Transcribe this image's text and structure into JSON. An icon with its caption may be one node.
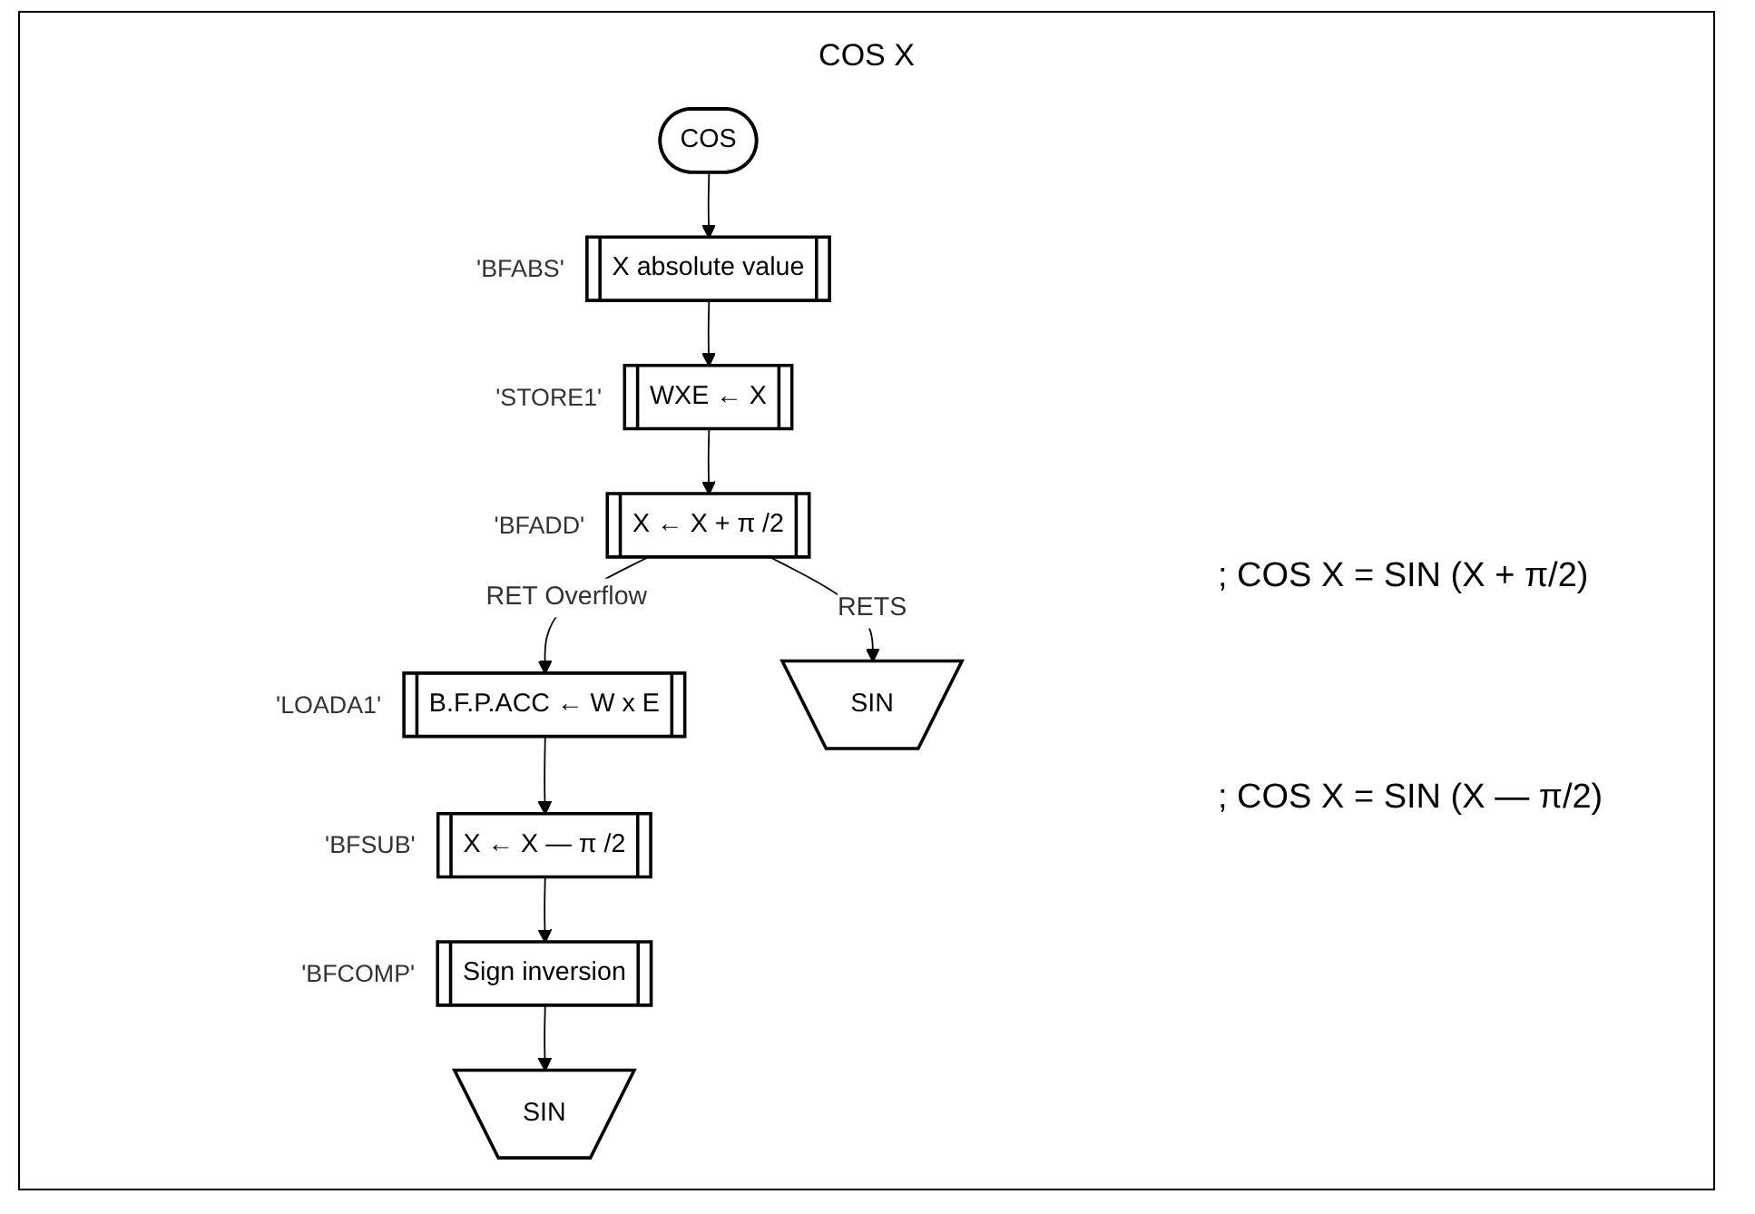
{
  "diagram": {
    "title": "COS X",
    "nodes": [
      {
        "text": [
          "COS"
        ]
      },
      {
        "text": [
          "X absolute value"
        ],
        "beside": [
          "'BFABS'"
        ]
      },
      {
        "text": [
          "WXE ← X"
        ],
        "beside": [
          "'STORE1'"
        ]
      },
      {
        "text": [
          "X ← X + π /2"
        ],
        "beside": [
          "'BFADD'"
        ]
      },
      {
        "text": [
          "SIN"
        ]
      },
      {
        "text": [
          "B.F.P.ACC ← W x E"
        ],
        "beside": [
          "'LOADA1'"
        ]
      },
      {
        "text": [
          "X ← X — π /2"
        ],
        "beside": [
          "'BFSUB'"
        ]
      },
      {
        "text": [
          "Sign inversion"
        ],
        "beside": [
          "'BFCOMP'"
        ]
      },
      {
        "text": [
          "SIN"
        ]
      }
    ],
    "edges": [
      {
        "from": 0,
        "to": 1,
        "arrow": "to"
      },
      {
        "from": 1,
        "to": 2,
        "arrow": "to"
      },
      {
        "from": 2,
        "to": 3,
        "arrow": "to"
      },
      {
        "from": 3,
        "to": 4,
        "arrow": "to",
        "label": "RETS"
      },
      {
        "from": 3,
        "to": 5,
        "arrow": "to",
        "label": "RET Overflow"
      },
      {
        "from": 5,
        "to": 6,
        "arrow": "to"
      },
      {
        "from": 6,
        "to": 7,
        "arrow": "to"
      },
      {
        "from": 7,
        "to": 8,
        "arrow": "to"
      }
    ],
    "labels": [
      "; COS X = SIN (X + π/2)",
      "; COS X = SIN (X — π/2)"
    ]
  }
}
